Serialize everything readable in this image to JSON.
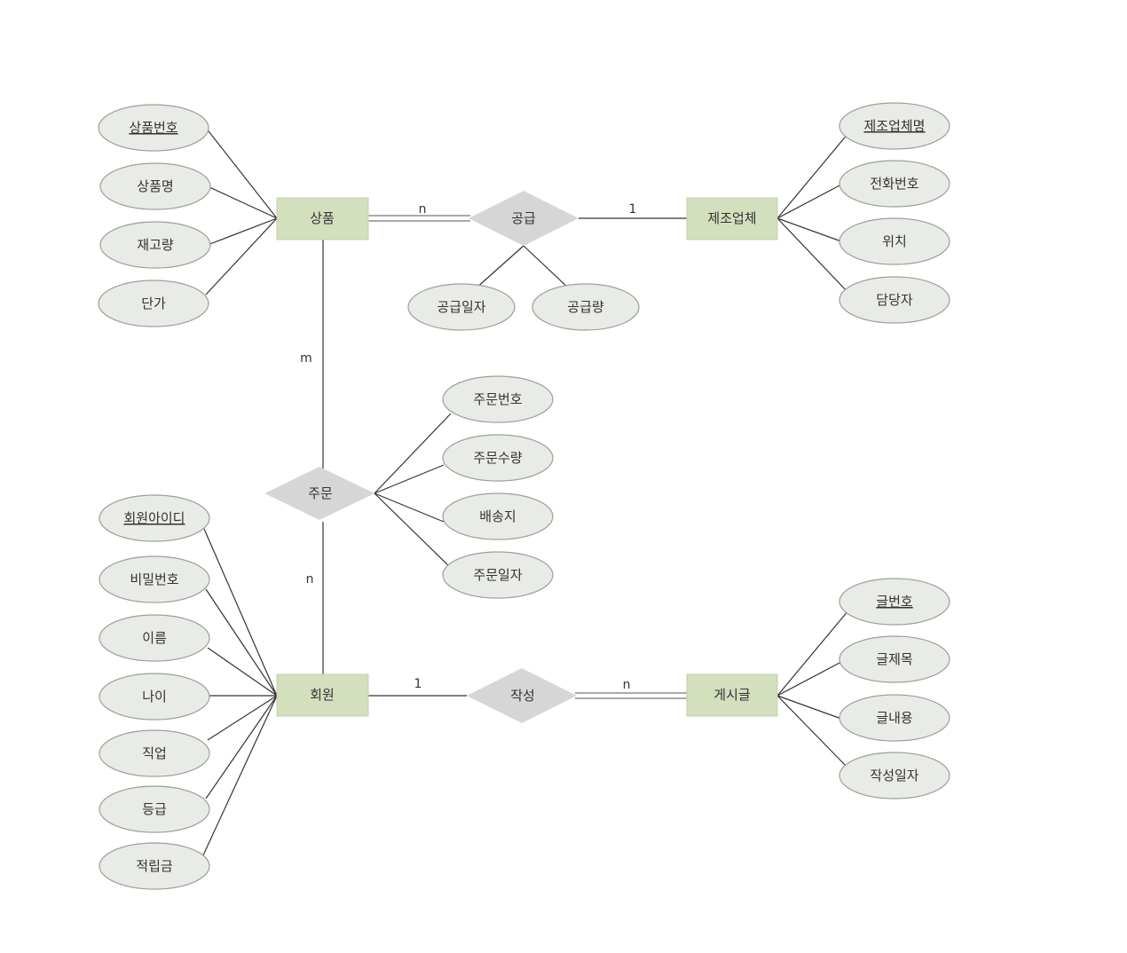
{
  "entities": {
    "product": "상품",
    "manufacturer": "제조업체",
    "member": "회원",
    "post": "게시글"
  },
  "relationships": {
    "supply": "공급",
    "order": "주문",
    "write": "작성"
  },
  "attributes": {
    "product": [
      "상품번호",
      "상품명",
      "재고량",
      "단가"
    ],
    "manufacturer": [
      "제조업체명",
      "전화번호",
      "위치",
      "담당자"
    ],
    "supply": [
      "공급일자",
      "공급량"
    ],
    "order": [
      "주문번호",
      "주문수량",
      "배송지",
      "주문일자"
    ],
    "member": [
      "회원아이디",
      "비밀번호",
      "이름",
      "나이",
      "직업",
      "등급",
      "적립금"
    ],
    "post": [
      "글번호",
      "글제목",
      "글내용",
      "작성일자"
    ]
  },
  "cardinality": {
    "product_supply": "n",
    "supply_manufacturer": "1",
    "product_order": "m",
    "order_member": "n",
    "member_write": "1",
    "write_post": "n"
  }
}
